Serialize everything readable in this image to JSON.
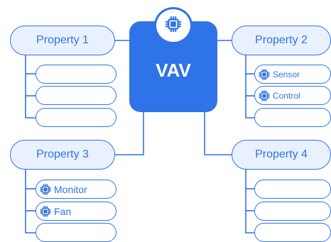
{
  "center": {
    "title": "VAV",
    "icon": "chip-icon"
  },
  "properties": [
    {
      "label": "Property 1",
      "items": [
        "",
        "",
        ""
      ]
    },
    {
      "label": "Property 2",
      "items": [
        "Sensor",
        "Control",
        ""
      ]
    },
    {
      "label": "Property 3",
      "items": [
        "Monitor",
        "Fan",
        ""
      ]
    },
    {
      "label": "Property 4",
      "items": [
        "",
        "",
        ""
      ]
    }
  ],
  "colors": {
    "accent": "#2f73e8",
    "pill_fill": "#e9f1fe"
  }
}
